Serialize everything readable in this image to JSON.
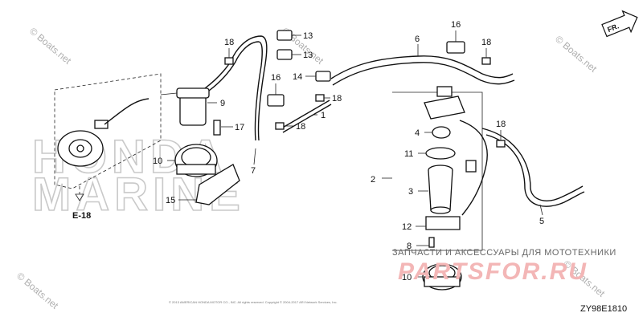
{
  "watermarks": {
    "side": "© Boats.net",
    "brand_line1": "HONDA",
    "brand_line2": "MARINE",
    "promo_line": "ЗАПЧАСТИ И АКСЕССУАРЫ ДЛЯ МОТОТЕХНИКИ",
    "promo_site": "PARTSFOR.RU"
  },
  "direction_label": "FR.",
  "reference_label": "E-18",
  "diagram_code": "ZY98E1810",
  "copyright": "© 2013 AMERICAN HONDA MOTOR CO., INC. All rights reserved. Copyright © 2004-2017 ARI Network Services, Inc.",
  "callouts": [
    {
      "id": "c1",
      "label": "1"
    },
    {
      "id": "c2",
      "label": "2"
    },
    {
      "id": "c3",
      "label": "3"
    },
    {
      "id": "c4",
      "label": "4"
    },
    {
      "id": "c5",
      "label": "5"
    },
    {
      "id": "c6",
      "label": "6"
    },
    {
      "id": "c7",
      "label": "7"
    },
    {
      "id": "c8",
      "label": "8"
    },
    {
      "id": "c9",
      "label": "9"
    },
    {
      "id": "c10a",
      "label": "10"
    },
    {
      "id": "c10b",
      "label": "10"
    },
    {
      "id": "c11",
      "label": "11"
    },
    {
      "id": "c12",
      "label": "12"
    },
    {
      "id": "c13a",
      "label": "13"
    },
    {
      "id": "c13b",
      "label": "13"
    },
    {
      "id": "c14",
      "label": "14"
    },
    {
      "id": "c15",
      "label": "15"
    },
    {
      "id": "c16a",
      "label": "16"
    },
    {
      "id": "c16b",
      "label": "16"
    },
    {
      "id": "c17",
      "label": "17"
    },
    {
      "id": "c18a",
      "label": "18"
    },
    {
      "id": "c18b",
      "label": "18"
    },
    {
      "id": "c18c",
      "label": "18"
    },
    {
      "id": "c18d",
      "label": "18"
    },
    {
      "id": "c18e",
      "label": "18"
    }
  ]
}
